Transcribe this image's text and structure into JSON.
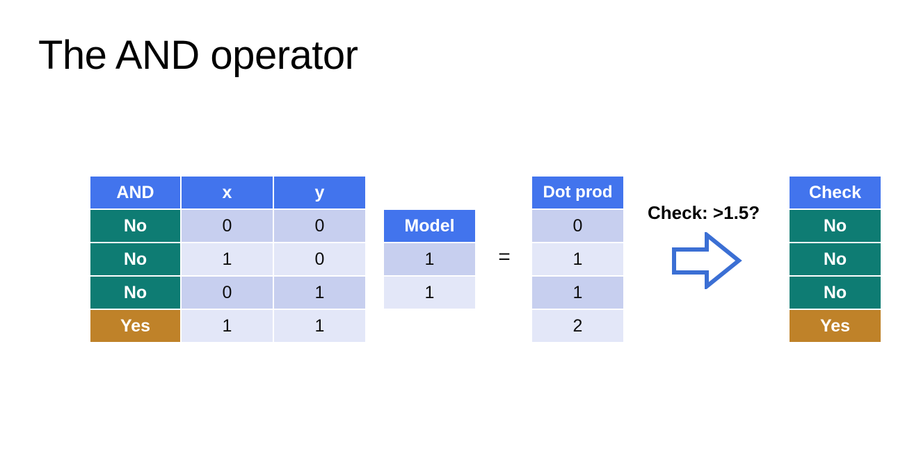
{
  "slide": {
    "title": "The AND operator",
    "background": "#ffffff"
  },
  "colors": {
    "header_blue": "#4274ED",
    "teal": "#0E7C73",
    "orange": "#BF8229",
    "lavender_dark": "#C7CFEF",
    "lavender_light": "#E3E7F8",
    "arrow_blue": "#3B6FD4",
    "text_dark": "#000000",
    "text_light": "#ffffff"
  },
  "truth_table": {
    "headers": [
      "AND",
      "x",
      "y"
    ],
    "rows": [
      {
        "label": "No",
        "label_style": "teal",
        "x": "0",
        "y": "0",
        "shade": "lav-dark"
      },
      {
        "label": "No",
        "label_style": "teal",
        "x": "1",
        "y": "0",
        "shade": "lav-light"
      },
      {
        "label": "No",
        "label_style": "teal",
        "x": "0",
        "y": "1",
        "shade": "lav-dark"
      },
      {
        "label": "Yes",
        "label_style": "orange",
        "x": "1",
        "y": "1",
        "shade": "lav-light"
      }
    ]
  },
  "model_table": {
    "header": "Model",
    "rows": [
      {
        "value": "1",
        "shade": "lav-dark"
      },
      {
        "value": "1",
        "shade": "lav-light"
      }
    ]
  },
  "equals": "=",
  "dotprod_table": {
    "header": "Dot prod",
    "rows": [
      {
        "value": "0",
        "shade": "lav-dark"
      },
      {
        "value": "1",
        "shade": "lav-light"
      },
      {
        "value": "1",
        "shade": "lav-dark"
      },
      {
        "value": "2",
        "shade": "lav-light"
      }
    ]
  },
  "check_annotation": {
    "caption": "Check: >1.5?",
    "arrow_icon": "right-arrow-icon"
  },
  "check_table": {
    "header": "Check",
    "rows": [
      {
        "value": "No",
        "style": "teal"
      },
      {
        "value": "No",
        "style": "teal"
      },
      {
        "value": "No",
        "style": "teal"
      },
      {
        "value": "Yes",
        "style": "orange"
      }
    ]
  }
}
